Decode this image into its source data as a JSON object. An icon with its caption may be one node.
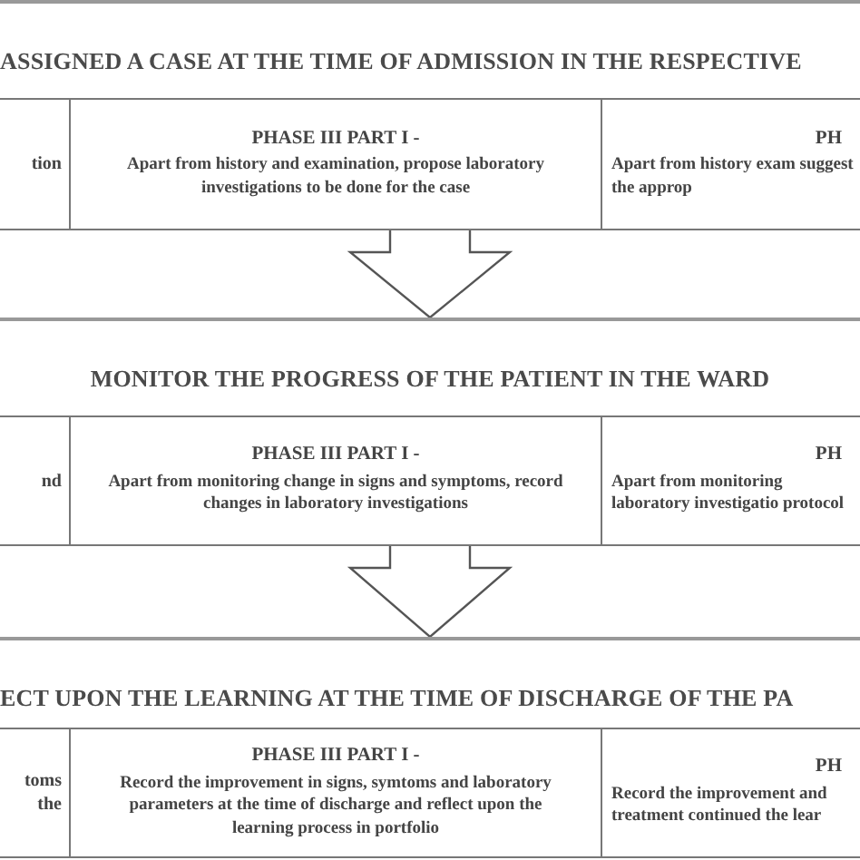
{
  "diagram": {
    "nodes": [
      {
        "text": [
          "ASSIGNED A CASE AT THE TIME OF ADMISSION IN THE RESPECTIVE"
        ]
      },
      {
        "text": [
          "tion"
        ],
        "in": 0
      },
      {
        "text": [
          "PHASE III PART I -",
          "Apart from history and examination, propose laboratory investigations to be done for the case"
        ],
        "in": 0
      },
      {
        "text": [
          "PH",
          "Apart from history exam suggest the approp"
        ],
        "in": 0
      },
      {
        "text": [
          "MONITOR THE PROGRESS OF THE PATIENT IN THE WARD"
        ]
      },
      {
        "text": [
          "nd"
        ],
        "in": 4
      },
      {
        "text": [
          "PHASE III PART I -",
          "Apart from monitoring change in signs and symptoms, record changes in laboratory investigations"
        ],
        "in": 4
      },
      {
        "text": [
          "PH",
          "Apart from monitoring laboratory investigatio protocol"
        ],
        "in": 4
      },
      {
        "text": [
          "ECT UPON THE LEARNING AT THE TIME OF DISCHARGE OF THE PA"
        ]
      },
      {
        "text": [
          "toms the"
        ],
        "in": 8
      },
      {
        "text": [
          "PHASE III PART I -",
          "Record the improvement in signs, symtoms and laboratory parameters at the time of discharge and reflect upon the learning process in portfolio"
        ],
        "in": 8
      },
      {
        "text": [
          "PH",
          "Record the improvement and treatment continued the lear"
        ],
        "in": 8
      }
    ],
    "edges": [
      {
        "from": 0,
        "to": 4,
        "arrow": "to"
      },
      {
        "from": 4,
        "to": 8,
        "arrow": "to"
      }
    ]
  }
}
